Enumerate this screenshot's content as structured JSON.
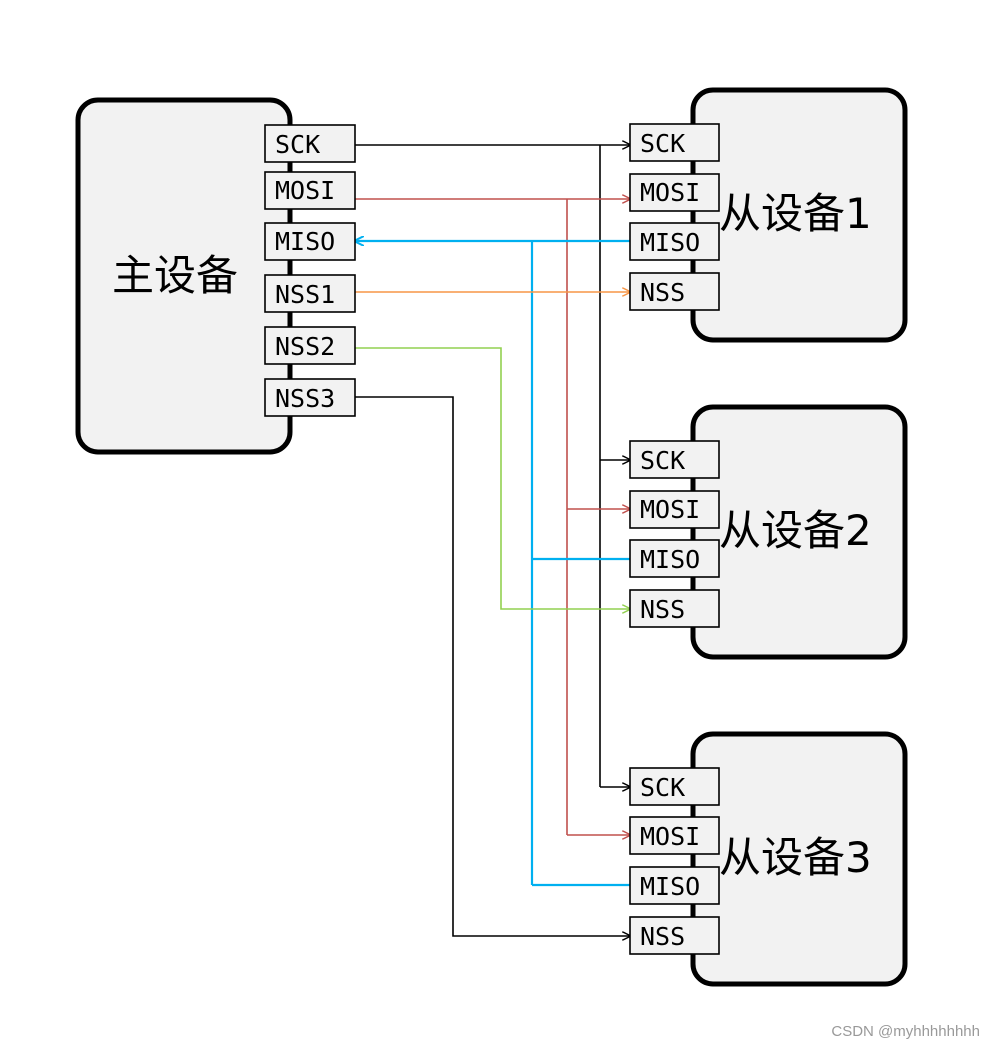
{
  "master": {
    "label": "主设备",
    "pins": [
      "SCK",
      "MOSI",
      "MISO",
      "NSS1",
      "NSS2",
      "NSS3"
    ]
  },
  "slaves": [
    {
      "label": "从设备1",
      "pins": [
        "SCK",
        "MOSI",
        "MISO",
        "NSS"
      ]
    },
    {
      "label": "从设备2",
      "pins": [
        "SCK",
        "MOSI",
        "MISO",
        "NSS"
      ]
    },
    {
      "label": "从设备3",
      "pins": [
        "SCK",
        "MOSI",
        "MISO",
        "NSS"
      ]
    }
  ],
  "colors": {
    "sck": "#000000",
    "mosi": "#c0504d",
    "miso": "#00b0f0",
    "nss1": "#f79646",
    "nss2": "#92d050",
    "nss3": "#000000"
  },
  "watermark": "CSDN @myhhhhhhhh"
}
